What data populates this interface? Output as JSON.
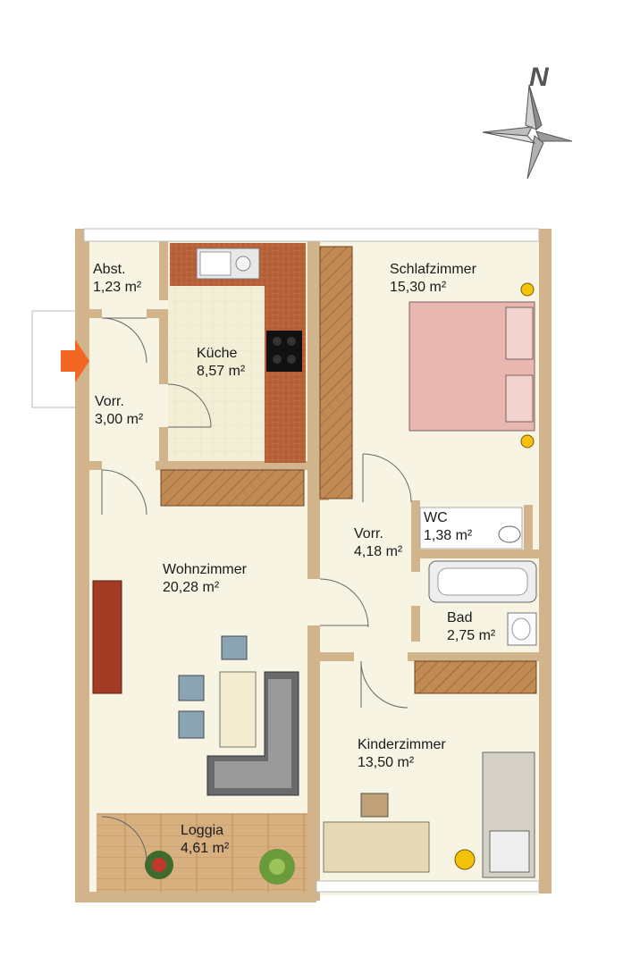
{
  "compass": {
    "north_label": "N"
  },
  "rooms": [
    {
      "key": "abst",
      "name": "Abst.",
      "area": "1,23 m²"
    },
    {
      "key": "kueche",
      "name": "Küche",
      "area": "8,57 m²"
    },
    {
      "key": "schlaf",
      "name": "Schlafzimmer",
      "area": "15,30 m²"
    },
    {
      "key": "vorr1",
      "name": "Vorr.",
      "area": "3,00 m²"
    },
    {
      "key": "vorr2",
      "name": "Vorr.",
      "area": "4,18 m²"
    },
    {
      "key": "wc",
      "name": "WC",
      "area": "1,38 m²"
    },
    {
      "key": "wohn",
      "name": "Wohnzimmer",
      "area": "20,28 m²"
    },
    {
      "key": "bad",
      "name": "Bad",
      "area": "2,75 m²"
    },
    {
      "key": "kinder",
      "name": "Kinderzimmer",
      "area": "13,50 m²"
    },
    {
      "key": "loggia",
      "name": "Loggia",
      "area": "4,61 m²"
    }
  ],
  "colors": {
    "wall": "#d2b48c",
    "floor": "#f7f4e4",
    "counter": "#b8623a",
    "wardrobe": "#b07a45",
    "bed": "#e8b8b0",
    "entry_arrow": "#f26522",
    "sofa": "#6a6a6a"
  }
}
